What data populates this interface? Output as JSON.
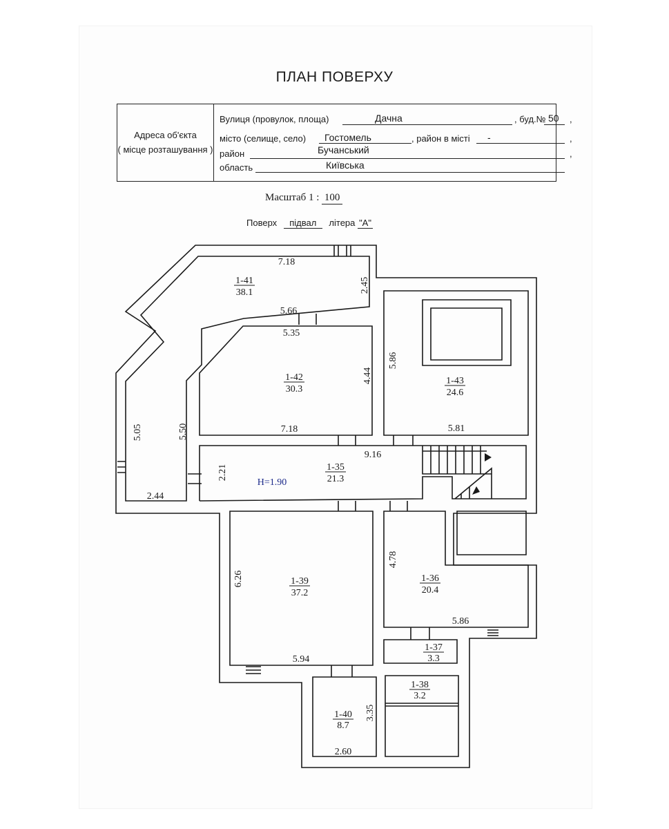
{
  "title": "ПЛАН ПОВЕРХУ",
  "address": {
    "label_line1": "Адреса об'єкта",
    "label_line2": "( місце розташування )",
    "street_label": "Вулиця (провулок, площа)",
    "street_value": "Дачна",
    "building_label": ", буд.№",
    "building_value": "50",
    "city_label": "місто (селище, село)",
    "city_value": "Гостомель",
    "city_district_label": ", район в місті",
    "city_district_value": "-",
    "district_label": "район",
    "district_value": "Бучанський",
    "region_label": "область",
    "region_value": "Київська",
    "comma": ","
  },
  "scale": {
    "label": "Масштаб",
    "prefix": "1 :",
    "value": "100"
  },
  "floor": {
    "label": "Поверх",
    "value": "підвал",
    "letter_label": "літера",
    "letter_value": "\"А\""
  },
  "rooms": [
    {
      "id": "1-41",
      "area": "38.1"
    },
    {
      "id": "1-42",
      "area": "30.3"
    },
    {
      "id": "1-43",
      "area": "24.6"
    },
    {
      "id": "1-35",
      "area": "21.3"
    },
    {
      "id": "1-39",
      "area": "37.2"
    },
    {
      "id": "1-36",
      "area": "20.4"
    },
    {
      "id": "1-37",
      "area": "3.3"
    },
    {
      "id": "1-38",
      "area": "3.2"
    },
    {
      "id": "1-40",
      "area": "8.7"
    }
  ],
  "dimensions": [
    "7.18",
    "2.45",
    "5.66",
    "5.35",
    "5.86",
    "4.44",
    "5.05",
    "5.50",
    "7.18",
    "5.81",
    "9.16",
    "2.21",
    "2.44",
    "4.78",
    "6.26",
    "5.86",
    "5.94",
    "3.35",
    "2.60"
  ],
  "height_mark": "H=1.90",
  "colors": {
    "line": "#1a1a1a",
    "height_mark": "#1c2a8a",
    "paper": "#fdfdfd"
  }
}
